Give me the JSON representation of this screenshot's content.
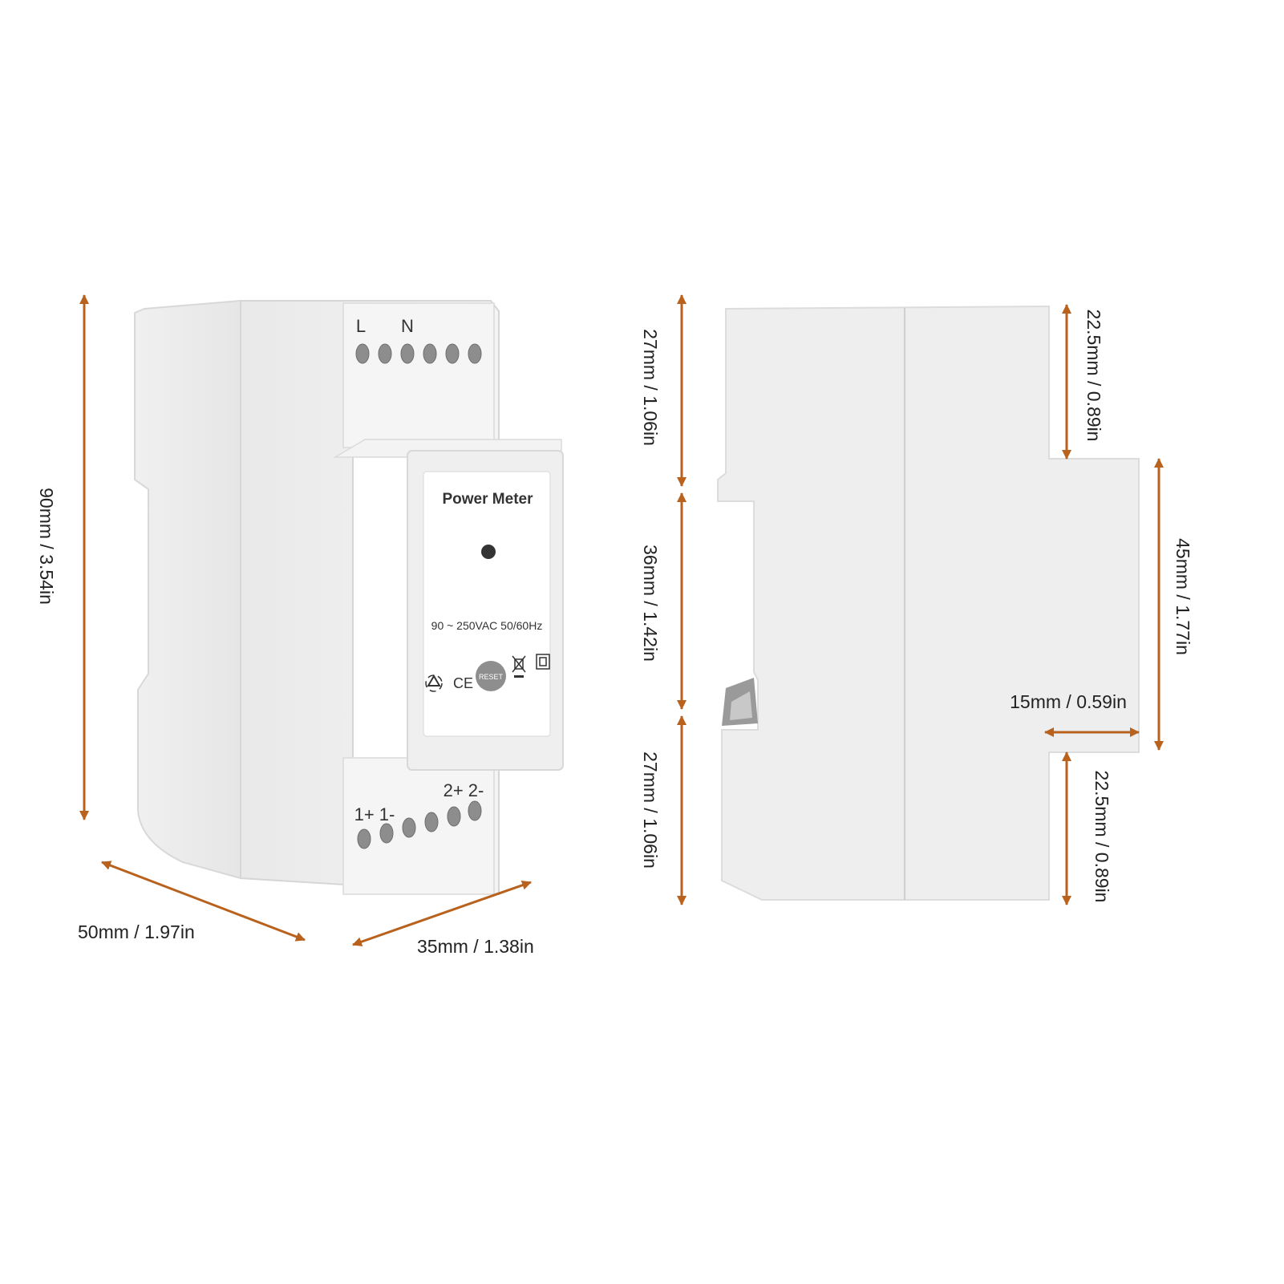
{
  "device": {
    "label_title": "Power Meter",
    "voltage": "90 ~ 250VAC 50/60Hz",
    "reset": "RESET",
    "ce_mark": "CE",
    "top_terminals": [
      "L",
      "N"
    ],
    "bottom_terminals": [
      "1+ 1-",
      "2+ 2-"
    ]
  },
  "front_view": {
    "height": "90mm / 3.54in",
    "depth": "50mm / 1.97in",
    "width": "35mm / 1.38in"
  },
  "side_view": {
    "top_section": "27mm / 1.06in",
    "middle_section": "36mm / 1.42in",
    "bottom_section": "27mm / 1.06in",
    "upper_step": "22.5mm / 0.89in",
    "front_height": "45mm / 1.77in",
    "front_depth": "15mm / 0.59in",
    "lower_step": "22.5mm / 0.89in"
  },
  "colors": {
    "arrow": "#b8621e",
    "body": "#eeeeee"
  },
  "icons": [
    "recycle-icon",
    "weee-bin-icon",
    "double-insulation-icon"
  ]
}
